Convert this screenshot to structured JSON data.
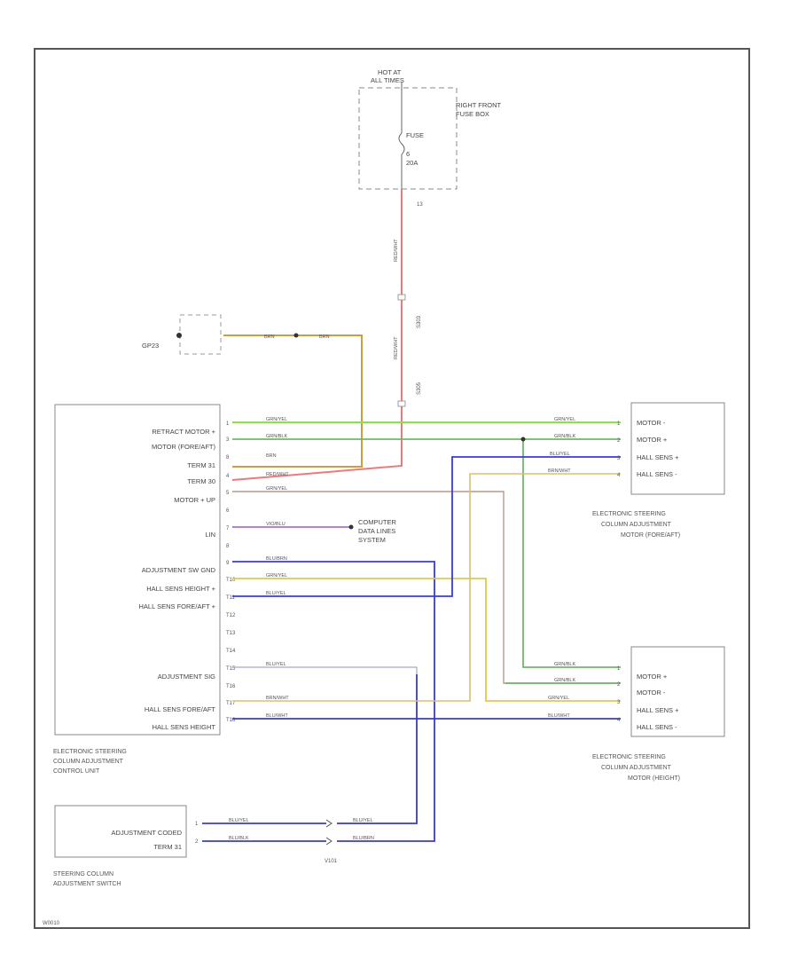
{
  "diagram_code": "W0010",
  "fuse_box": {
    "hot_label_1": "HOT AT",
    "hot_label_2": "ALL TIMES",
    "name_1": "RIGHT FRONT",
    "name_2": "FUSE BOX",
    "fuse_label": "FUSE",
    "fuse_number": "6",
    "fuse_rating": "20A",
    "pin": "13"
  },
  "splices": {
    "s_upper": "S303",
    "s_lower": "S305",
    "wire_upper": "RED/WHT",
    "wire_lower": "RED/WHT"
  },
  "ground": {
    "label": "GP23",
    "wire_left": "BRN",
    "wire_right": "BRN"
  },
  "control_unit": {
    "caption": [
      "ELECTRONIC STEERING",
      "COLUMN ADJUSTMENT",
      "CONTROL UNIT"
    ],
    "pins": [
      {
        "label": "RETRACT MOTOR +",
        "pin": "1",
        "wire": "GRN/YEL"
      },
      {
        "label": "MOTOR (FORE/AFT)",
        "pin": "3",
        "wire": "GRN/BLK"
      },
      {
        "label": "TERM 31",
        "pin": "8",
        "wire": "BRN"
      },
      {
        "label": "TERM 30",
        "pin": "4",
        "wire": "RED/WHT"
      },
      {
        "label": "MOTOR + UP",
        "pin": "5",
        "wire": "GRN/YEL"
      },
      {
        "label": "",
        "pin": "6",
        "wire": ""
      },
      {
        "label": "LIN",
        "pin": "7",
        "wire": "VIO/BLU"
      },
      {
        "label": "",
        "pin": "8",
        "wire": ""
      },
      {
        "label": "ADJUSTMENT SW GND",
        "pin": "9",
        "wire": "BLU/BRN"
      },
      {
        "label": "HALL SENS HEIGHT +",
        "pin": "T10",
        "wire": "GRN/YEL"
      },
      {
        "label": "HALL SENS FORE/AFT +",
        "pin": "T11",
        "wire": "BLU/YEL"
      },
      {
        "label": "",
        "pin": "T12",
        "wire": ""
      },
      {
        "label": "",
        "pin": "T13",
        "wire": ""
      },
      {
        "label": "",
        "pin": "T14",
        "wire": ""
      },
      {
        "label": "ADJUSTMENT SIG",
        "pin": "T15",
        "wire": "BLU/YEL"
      },
      {
        "label": "",
        "pin": "T16",
        "wire": ""
      },
      {
        "label": "HALL SENS FORE/AFT",
        "pin": "T17",
        "wire": "BRN/WHT"
      },
      {
        "label": "HALL SENS HEIGHT",
        "pin": "T18",
        "wire": "BLU/WHT"
      }
    ]
  },
  "computer_data_lines": [
    "COMPUTER",
    "DATA LINES",
    "SYSTEM"
  ],
  "motor_fore_aft": {
    "caption": [
      "ELECTRONIC STEERING",
      "COLUMN ADJUSTMENT",
      "MOTOR (FORE/AFT)"
    ],
    "pins": [
      {
        "label": "MOTOR -",
        "pin": "1",
        "wire": "GRN/YEL"
      },
      {
        "label": "MOTOR +",
        "pin": "2",
        "wire": "GRN/BLK"
      },
      {
        "label": "HALL SENS +",
        "pin": "3",
        "wire": "BLU/YEL"
      },
      {
        "label": "HALL SENS -",
        "pin": "4",
        "wire": "BRN/WHT"
      }
    ]
  },
  "motor_height": {
    "caption": [
      "ELECTRONIC STEERING",
      "COLUMN ADJUSTMENT",
      "MOTOR (HEIGHT)"
    ],
    "pins": [
      {
        "label": "MOTOR +",
        "pin": "1",
        "wire": "GRN/BLK"
      },
      {
        "label": "MOTOR -",
        "pin": "2",
        "wire": "GRN/BLK"
      },
      {
        "label": "HALL SENS +",
        "pin": "3",
        "wire": "GRN/YEL"
      },
      {
        "label": "HALL SENS -",
        "pin": "4",
        "wire": "BLU/WHT"
      }
    ]
  },
  "switch": {
    "caption": [
      "STEERING COLUMN",
      "ADJUSTMENT SWITCH"
    ],
    "pins": [
      {
        "label": "ADJUSTMENT CODED",
        "pin": "1",
        "wire": "BLU/YEL"
      },
      {
        "label": "TERM 31",
        "pin": "2",
        "wire": "BLU/BLK"
      }
    ]
  },
  "inline_connector": {
    "label": "V101",
    "wire_top": "BLU/YEL",
    "wire_bottom": "BLU/BRN"
  },
  "colors": {
    "green_yel": "#8ee04a",
    "green_blk": "#6fb86a",
    "brown": "#c8a040",
    "red": "#ec7a7a",
    "violet": "#b080f0",
    "blue": "#3a3ad8",
    "yellow": "#e0c850",
    "grey_brown": "#b89a88"
  }
}
